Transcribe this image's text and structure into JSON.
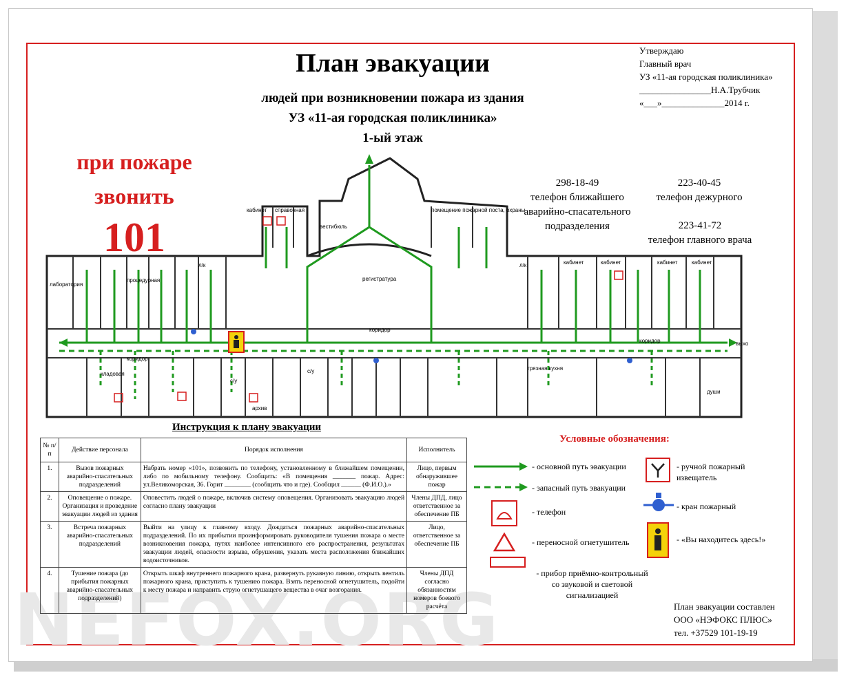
{
  "approval": {
    "line1": "Утверждаю",
    "line2": "Главный врач",
    "line3": "УЗ «11-ая городская поликлиника»",
    "line4": "________________Н.А.Трубчик",
    "line5": "«___»______________2014 г."
  },
  "header": {
    "title": "План эвакуации",
    "subtitle1": "людей при возникновении пожара из здания",
    "subtitle2": "УЗ «11-ая городская поликлиника»",
    "subtitle3": "1-ый этаж"
  },
  "fire_call": {
    "line1": "при пожаре",
    "line2": "звонить",
    "number": "101"
  },
  "phones": {
    "rescue_number": "298-18-49",
    "rescue_label": "телефон ближайшего аварийно-спасательного подразделения",
    "duty_number": "223-40-45",
    "duty_label": "телефон дежурного",
    "chief_number": "223-41-72",
    "chief_label": "телефон главного врача"
  },
  "plan_labels": {
    "registry": "регистратура",
    "vestibule": "вестибюль",
    "cabinet": "кабинет",
    "help_desk": "справочная",
    "corridor": "коридор",
    "lk": "л/к",
    "su": "с/у",
    "laboratory": "лаборатория",
    "treatment": "процедурная",
    "dirty_kitchen": "грязная кухня",
    "storage": "кладовая",
    "archive": "архив",
    "shower": "души",
    "security": "помещение пожарной поста, охраны",
    "exit": "выход"
  },
  "instructions": {
    "title": "Инструкция к плану эвакуации",
    "headers": [
      "№ п/п",
      "Действие персонала",
      "Порядок исполнения",
      "Исполнитель"
    ],
    "rows": [
      {
        "num": "1.",
        "action": "Вызов пожарных аварийно-спасательных подразделений",
        "order": "Набрать номер «101», позвонить по телефону, установленному в ближайшем помещении, либо по мобильному телефону. Сообщить: «В помещения _______ пожар. Адрес: ул.Великоморская, 36. Горит ________ (сообщить что и где). Сообщил ______ (Ф.И.О.).»",
        "executor": "Лицо, первым обнаружившее пожар"
      },
      {
        "num": "2.",
        "action": "Оповещение о пожаре. Организация и проведение эвакуации людей из здания",
        "order": "Оповестить людей о пожаре, включив систему оповещения. Организовать эвакуацию людей согласно плану эвакуации",
        "executor": "Члены ДПД, лицо ответственное за обеспечение ПБ"
      },
      {
        "num": "3.",
        "action": "Встреча пожарных аварийно-спасательных подразделений",
        "order": "Выйти на улицу к главному входу. Дождаться пожарных аварийно-спасательных подразделений. По их прибытии проинформировать руководителя тушения пожара о месте возникновения пожара, путях наиболее интенсивного его распространения, результатах эвакуации людей, опасности взрыва, обрушения, указать места расположения ближайших водоисточников.",
        "executor": "Лицо, ответственное за обеспечение ПБ"
      },
      {
        "num": "4.",
        "action": "Тушение пожара (до прибытия пожарных аварийно-спасательных подразделений)",
        "order": "Открыть шкаф внутреннего пожарного крана, развернуть рукавную линию, открыть вентиль пожарного крана, приступить к тушению пожара. Взять переносной огнетушитель, подойти к месту пожара и направить струю огнетушащего вещества в очаг возгорания.",
        "executor": "Члены ДПД согласно обязанностям номеров боевого расчёта"
      }
    ]
  },
  "legend": {
    "title": "Условные обозначения:",
    "main_route": "- основной путь эвакуации",
    "reserve_route": "- запасный путь эвакуации",
    "phone": "- телефон",
    "extinguisher": "- переносной огнетушитель",
    "control_device": "- прибор приёмно-контрольный со звуковой и световой сигнализацией",
    "manual_alarm": "- ручной пожарный извещатель",
    "hydrant": "- кран пожарный",
    "you_are_here": "- «Вы находитесь здесь!»"
  },
  "maker": {
    "line1": "План эвакуации составлен",
    "line2": "ООО «НЭФОКС ПЛЮС»",
    "line3": "тел. +37529 101-19-19"
  },
  "watermark": "NEFOX.ORG",
  "colors": {
    "frame": "#d61f1f",
    "route": "#1f9a1f",
    "hydrant": "#2f5fd0",
    "marker_bg": "#f4d20a"
  }
}
